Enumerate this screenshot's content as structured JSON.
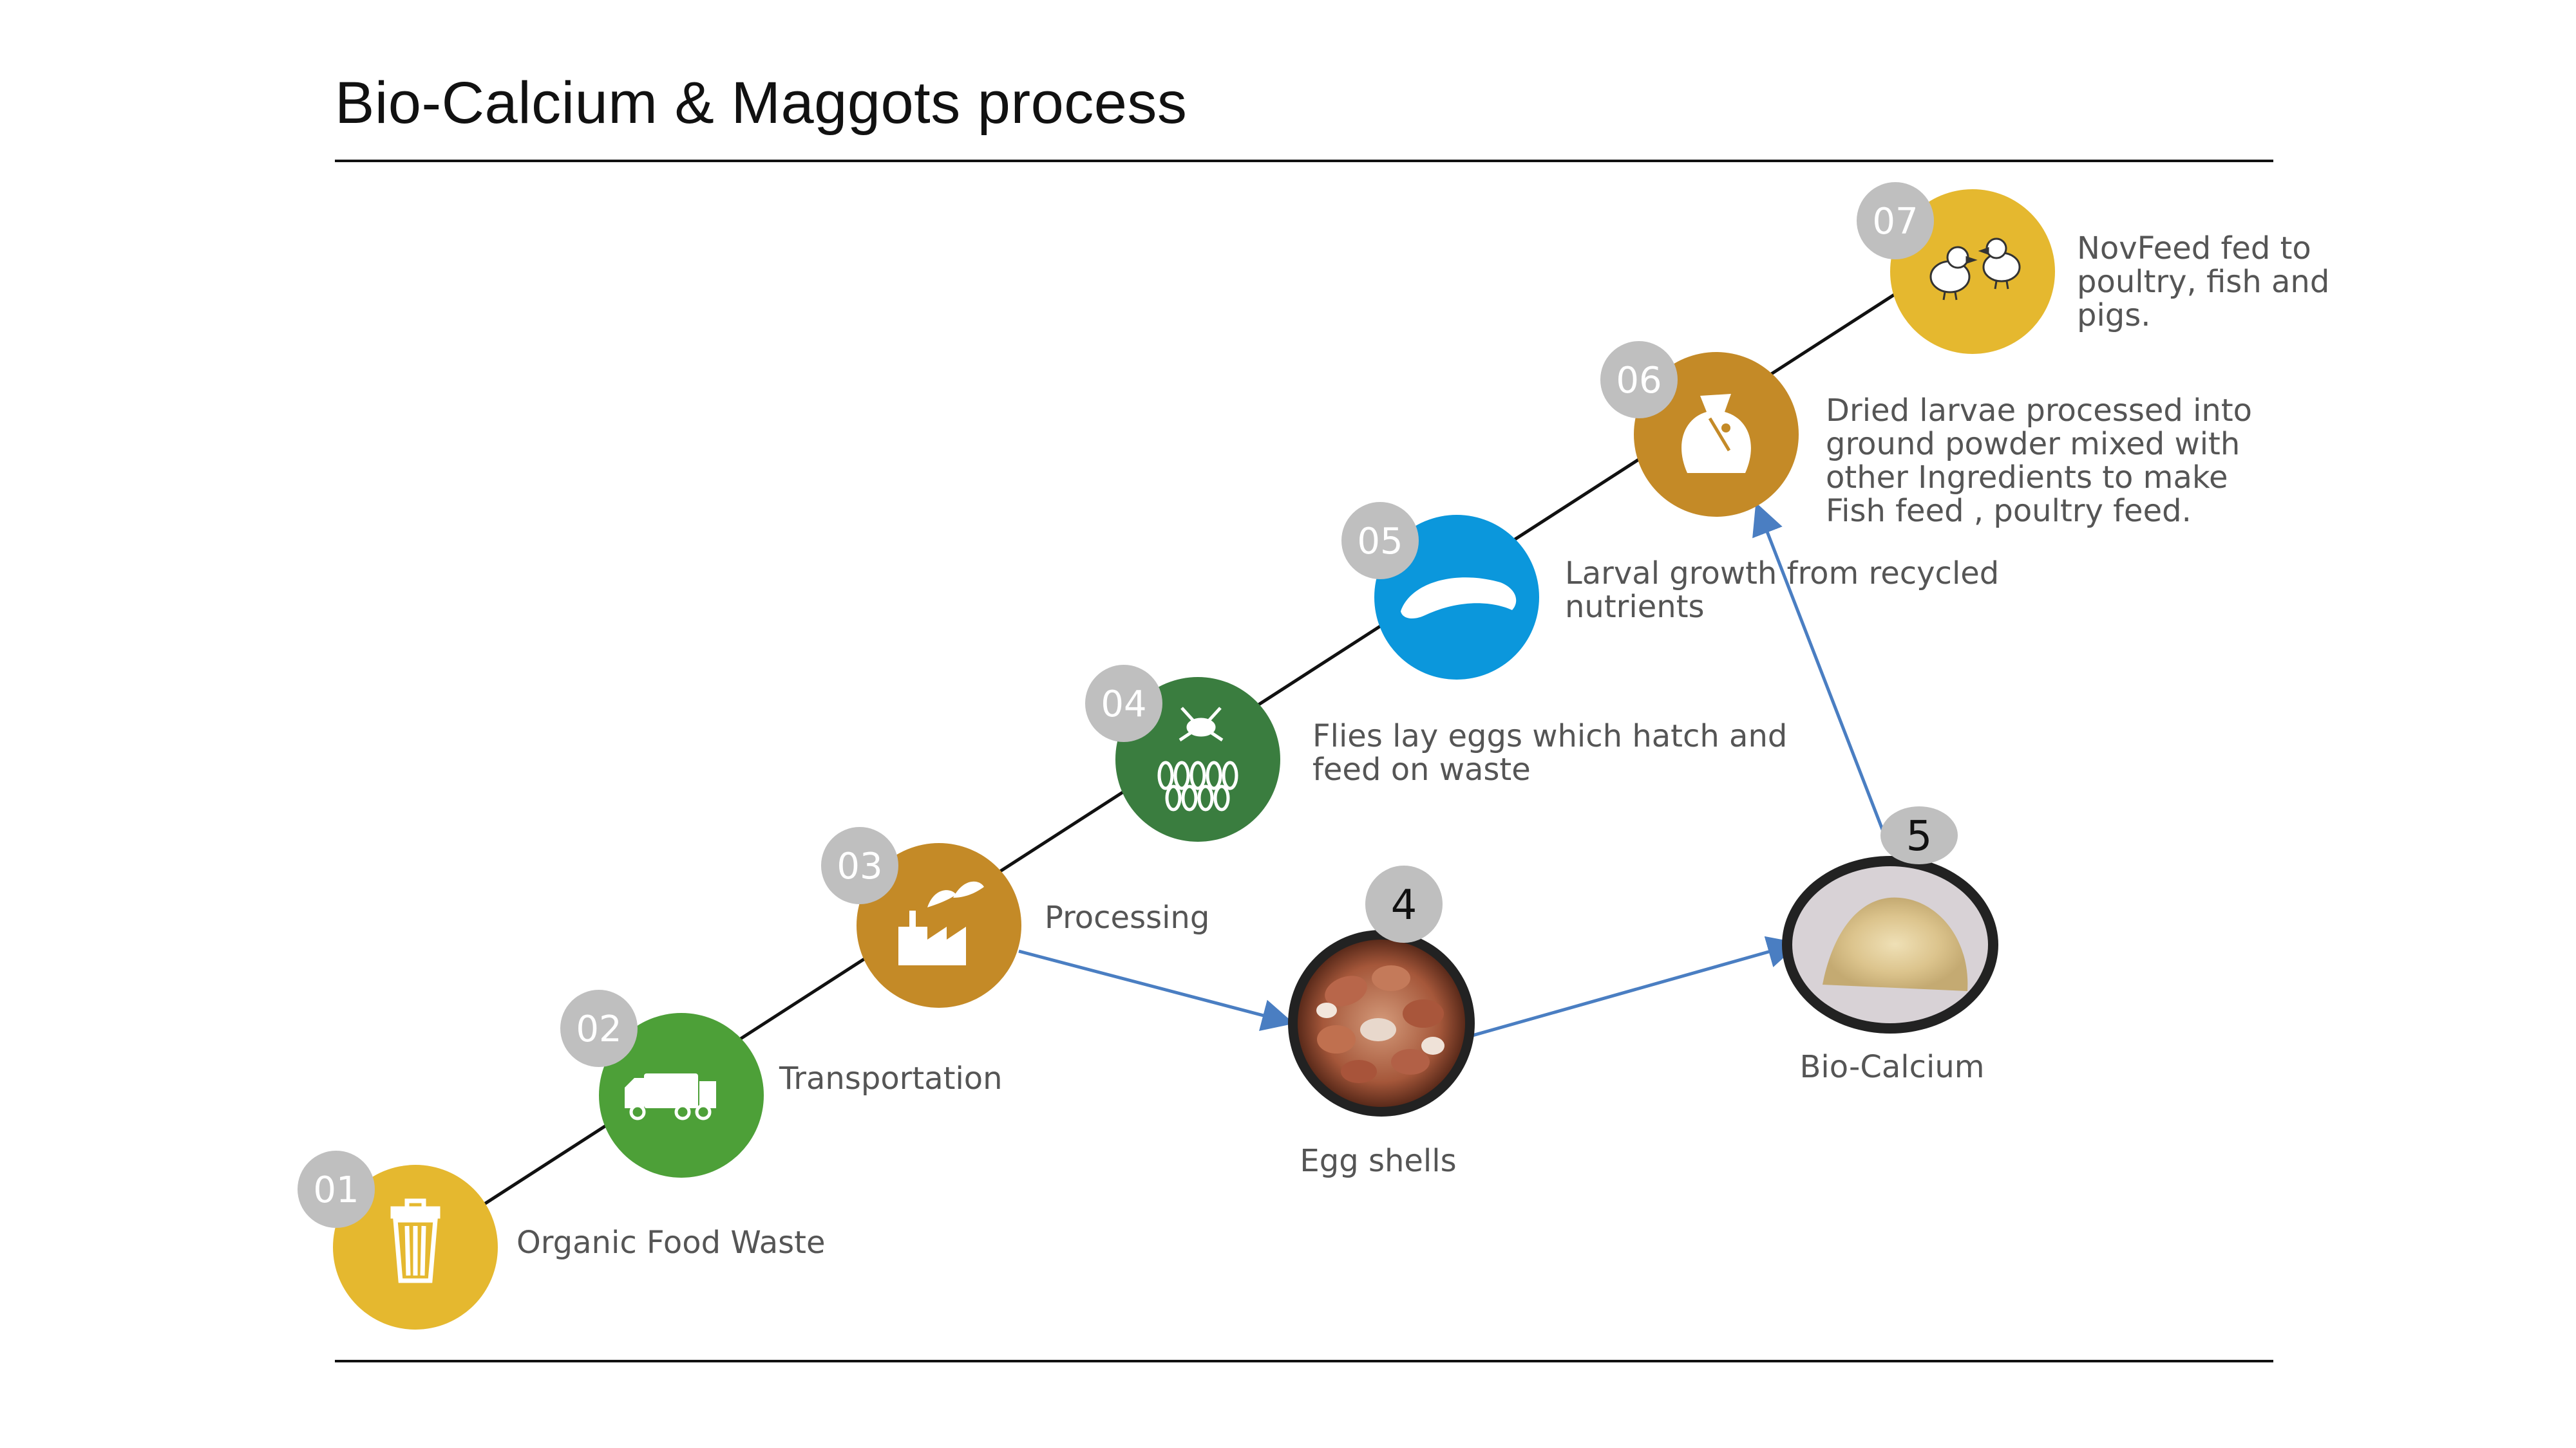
{
  "title": "Bio-Calcium & Maggots process",
  "colors": {
    "yellow": "#e5b82f",
    "green": "#4da038",
    "ochre": "#c48a27",
    "dark_green": "#3a7d3f",
    "blue": "#0b97dc",
    "badge_gray": "#bfbfbf",
    "arrow_blue": "#4a7ec2",
    "line": "#111111"
  },
  "steps": [
    {
      "number": "01",
      "label": "Organic Food Waste",
      "color": "yellow",
      "icon": "trash-can-icon"
    },
    {
      "number": "02",
      "label": "Transportation",
      "color": "green",
      "icon": "truck-icon"
    },
    {
      "number": "03",
      "label": "Processing",
      "color": "ochre",
      "icon": "factory-icon"
    },
    {
      "number": "04",
      "label": "Flies lay eggs which hatch and\nfeed on waste",
      "color": "dark_green",
      "icon": "fly-eggs-icon"
    },
    {
      "number": "05",
      "label": "Larval growth from recycled\nnutrients",
      "color": "blue",
      "icon": "larva-icon"
    },
    {
      "number": "06",
      "label": "Dried larvae processed into\nground powder mixed with\nother Ingredients to make\nFish feed , poultry feed.",
      "color": "ochre",
      "icon": "feed-sack-icon"
    },
    {
      "number": "07",
      "label": "NovFeed fed to\npoultry, fish and\npigs.",
      "color": "yellow",
      "icon": "chicks-icon"
    }
  ],
  "branch": [
    {
      "number": "4",
      "label": "Egg shells",
      "icon": "egg-shells-photo"
    },
    {
      "number": "5",
      "label": "Bio-Calcium",
      "icon": "calcium-powder-photo"
    }
  ]
}
